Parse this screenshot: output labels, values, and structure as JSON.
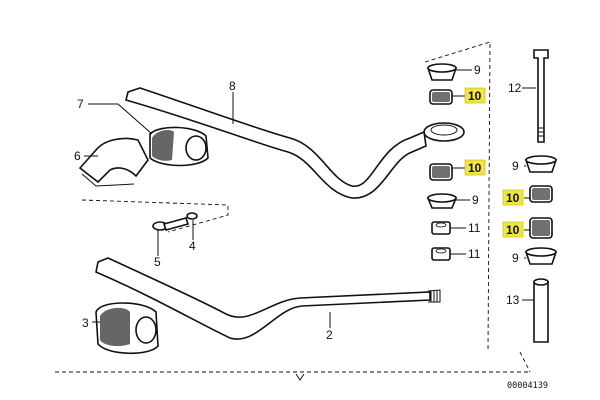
{
  "diagram": {
    "reference_number": "00004139",
    "callouts": {
      "c2": "2",
      "c3": "3",
      "c4": "4",
      "c5": "5",
      "c6": "6",
      "c7": "7",
      "c8": "8",
      "c9a": "9",
      "c9b": "9",
      "c9c": "9",
      "c9d": "9",
      "c10a": "10",
      "c10b": "10",
      "c10c": "10",
      "c10d": "10",
      "c11a": "11",
      "c11b": "11",
      "c12": "12",
      "c13": "13"
    },
    "highlight_color": "#f2e34a"
  }
}
